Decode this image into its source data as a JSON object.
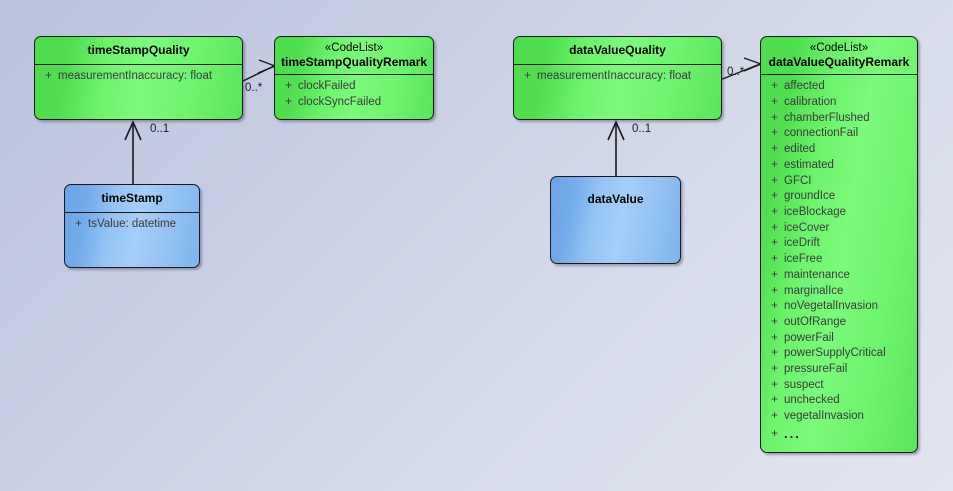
{
  "diagram": {
    "type": "uml-class-diagram",
    "background_from": "#bbc3dd",
    "background_to": "#e2e5f0",
    "class_fill_green": "#6cf36c",
    "class_fill_blue": "#96c4f4",
    "border_color": "#1a1a1a"
  },
  "classes": {
    "timeStampQuality": {
      "name": "timeStampQuality",
      "stereotype": "",
      "attributes": [
        {
          "visibility": "+",
          "text": "measurementInaccuracy: float"
        }
      ]
    },
    "timeStampQualityRemark": {
      "name": "timeStampQualityRemark",
      "stereotype": "«CodeList»",
      "attributes": [
        {
          "visibility": "+",
          "text": "clockFailed"
        },
        {
          "visibility": "+",
          "text": "clockSyncFailed"
        }
      ]
    },
    "timeStamp": {
      "name": "timeStamp",
      "stereotype": "",
      "attributes": [
        {
          "visibility": "+",
          "text": "tsValue: datetime"
        }
      ]
    },
    "dataValueQuality": {
      "name": "dataValueQuality",
      "stereotype": "",
      "attributes": [
        {
          "visibility": "+",
          "text": "measurementInaccuracy: float"
        }
      ]
    },
    "dataValueQualityRemark": {
      "name": "dataValueQualityRemark",
      "stereotype": "«CodeList»",
      "attributes": [
        {
          "visibility": "+",
          "text": "affected"
        },
        {
          "visibility": "+",
          "text": "calibration"
        },
        {
          "visibility": "+",
          "text": "chamberFlushed"
        },
        {
          "visibility": "+",
          "text": "connectionFail"
        },
        {
          "visibility": "+",
          "text": "edited"
        },
        {
          "visibility": "+",
          "text": "estimated"
        },
        {
          "visibility": "+",
          "text": "GFCI"
        },
        {
          "visibility": "+",
          "text": "groundIce"
        },
        {
          "visibility": "+",
          "text": "iceBlockage"
        },
        {
          "visibility": "+",
          "text": "iceCover"
        },
        {
          "visibility": "+",
          "text": "iceDrift"
        },
        {
          "visibility": "+",
          "text": "iceFree"
        },
        {
          "visibility": "+",
          "text": "maintenance"
        },
        {
          "visibility": "+",
          "text": "marginalIce"
        },
        {
          "visibility": "+",
          "text": "noVegetalInvasion"
        },
        {
          "visibility": "+",
          "text": "outOfRange"
        },
        {
          "visibility": "+",
          "text": "powerFail"
        },
        {
          "visibility": "+",
          "text": "powerSupplyCritical"
        },
        {
          "visibility": "+",
          "text": "pressureFail"
        },
        {
          "visibility": "+",
          "text": "suspect"
        },
        {
          "visibility": "+",
          "text": "unchecked"
        },
        {
          "visibility": "+",
          "text": "vegetalInvasion"
        },
        {
          "visibility": "+",
          "text": "..."
        }
      ]
    },
    "dataValue": {
      "name": "dataValue",
      "stereotype": "",
      "attributes": []
    }
  },
  "associations": {
    "timestamp_quality_to_remark": {
      "multiplicity": "0..*"
    },
    "timestamp_to_quality": {
      "multiplicity": "0..1"
    },
    "datavalue_quality_to_remark": {
      "multiplicity": "0..*"
    },
    "datavalue_to_quality": {
      "multiplicity": "0..1"
    }
  }
}
